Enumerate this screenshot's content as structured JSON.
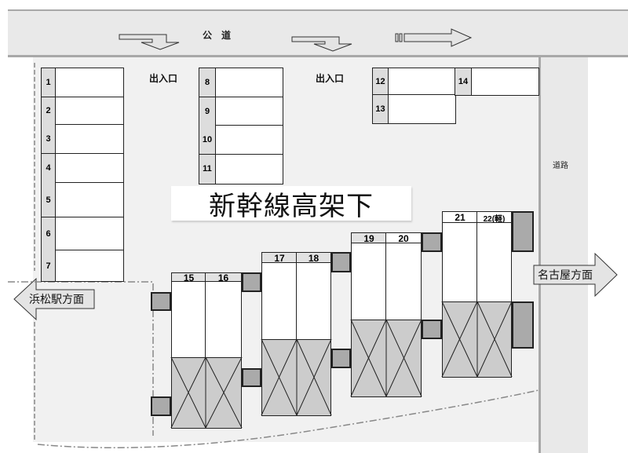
{
  "roads": {
    "public_road": "公　道",
    "side_road": "道路"
  },
  "entrances": [
    "出入口",
    "出入口"
  ],
  "title": "新幹線高架下",
  "directions": {
    "right": "名古屋方面",
    "left": "浜松駅方面"
  },
  "spaces": {
    "left_column": [
      "1",
      "2",
      "3",
      "4",
      "5",
      "6",
      "7"
    ],
    "middle_column": [
      "8",
      "9",
      "10",
      "11"
    ],
    "right_group": [
      "12",
      "13",
      "14"
    ],
    "under_viaduct": [
      "15",
      "16",
      "17",
      "18",
      "19",
      "20",
      "21",
      "22(軽)"
    ]
  },
  "colors": {
    "road": "#e9e9e9",
    "lot": "#f1f1f1",
    "pillar": "#aaaaaa",
    "hatched": "#cccccc"
  }
}
